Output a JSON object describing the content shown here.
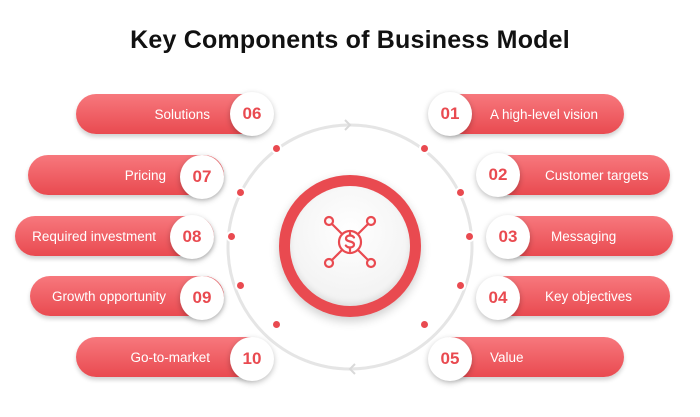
{
  "title": "Key Components of Business Model",
  "items": [
    {
      "number": "01",
      "label": "A high-level vision"
    },
    {
      "number": "02",
      "label": "Customer targets"
    },
    {
      "number": "03",
      "label": "Messaging"
    },
    {
      "number": "04",
      "label": "Key objectives"
    },
    {
      "number": "05",
      "label": "Value"
    },
    {
      "number": "06",
      "label": "Solutions"
    },
    {
      "number": "07",
      "label": "Pricing"
    },
    {
      "number": "08",
      "label": "Required investment"
    },
    {
      "number": "09",
      "label": "Growth opportunity"
    },
    {
      "number": "10",
      "label": "Go-to-market"
    }
  ],
  "center_icon": "dollar-network-icon",
  "colors": {
    "accent": "#e94a50",
    "accent_light": "#f7787d",
    "ring": "#e5e5e5",
    "title": "#111111"
  }
}
